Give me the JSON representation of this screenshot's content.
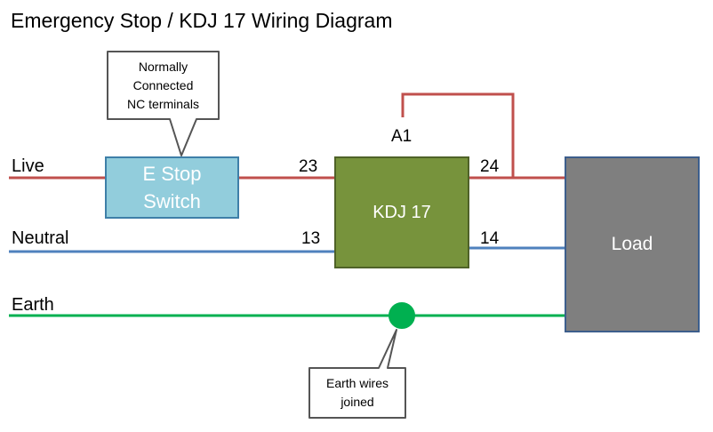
{
  "title": "Emergency Stop / KDJ 17 Wiring Diagram",
  "wires": {
    "live": {
      "label": "Live",
      "color": "#c0504d"
    },
    "neutral": {
      "label": "Neutral",
      "color": "#4f81bd"
    },
    "earth": {
      "label": "Earth",
      "color": "#00b050"
    }
  },
  "components": {
    "estop": {
      "label": "E Stop\nSwitch",
      "fill": "#92cddc"
    },
    "kdj": {
      "label": "KDJ 17",
      "fill": "#77933c"
    },
    "load": {
      "label": "Load",
      "fill": "#7f7f7f"
    }
  },
  "terminals": {
    "a1": "A1",
    "t23": "23",
    "t24": "24",
    "t13": "13",
    "t14": "14"
  },
  "callouts": {
    "nc": "Normally\nConnected\nNC terminals",
    "earth_join": "Earth wires\njoined"
  }
}
